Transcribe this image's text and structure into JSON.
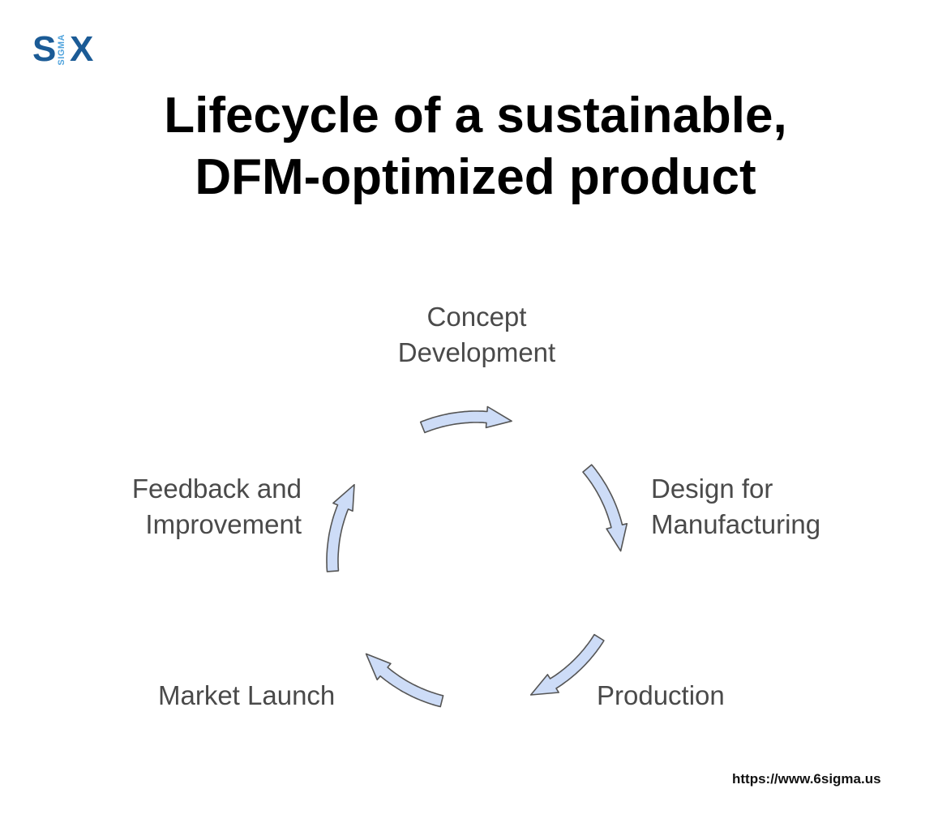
{
  "logo": {
    "s": "S",
    "x": "X",
    "sigma": "SIGMA"
  },
  "title": {
    "line1": "Lifecycle of a sustainable,",
    "line2": "DFM-optimized product"
  },
  "stages": {
    "concept": [
      "Concept",
      "Development"
    ],
    "design": [
      "Design for",
      "Manufacturing"
    ],
    "production": [
      "Production"
    ],
    "market": [
      "Market Launch"
    ],
    "feedback": [
      "Feedback and",
      "Improvement"
    ]
  },
  "colors": {
    "arrow_fill": "#cddcf7",
    "arrow_stroke": "#555555",
    "title": "#000000",
    "label": "#4a4a4a",
    "logo_dark": "#1b5b96",
    "logo_light": "#4fa3dd"
  },
  "footer": {
    "url": "https://www.6sigma.us"
  }
}
